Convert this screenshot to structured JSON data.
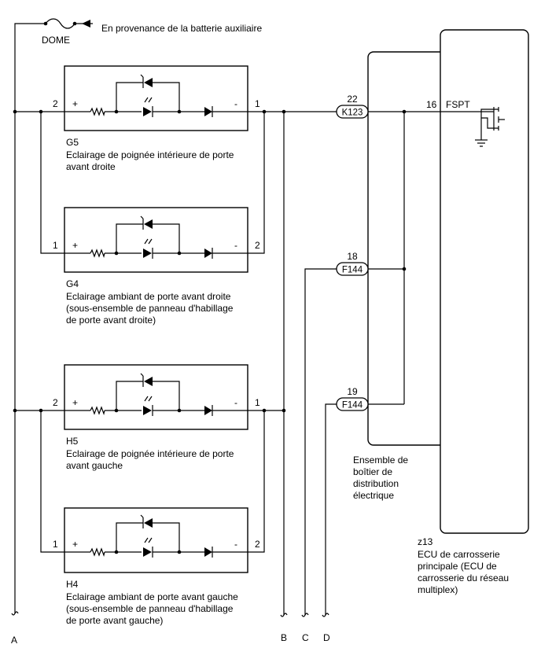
{
  "source": {
    "fuse_label": "DOME",
    "from_text": "En provenance de la batterie auxiliaire"
  },
  "components": [
    {
      "code": "G5",
      "desc": [
        "Eclairage de poignée intérieure de porte",
        "avant droite"
      ],
      "pin_in": "2",
      "pin_out": "1",
      "plus": "+",
      "minus": "-"
    },
    {
      "code": "G4",
      "desc": [
        "Eclairage ambiant de porte avant droite",
        "(sous-ensemble de panneau d'habillage",
        "de porte avant droite)"
      ],
      "pin_in": "1",
      "pin_out": "2",
      "plus": "+",
      "minus": "-"
    },
    {
      "code": "H5",
      "desc": [
        "Eclairage de poignée intérieure de porte",
        "avant gauche"
      ],
      "pin_in": "2",
      "pin_out": "1",
      "plus": "+",
      "minus": "-"
    },
    {
      "code": "H4",
      "desc": [
        "Eclairage ambiant de porte avant gauche",
        "(sous-ensemble de panneau d'habillage",
        "de porte avant gauche)"
      ],
      "pin_in": "1",
      "pin_out": "2",
      "plus": "+",
      "minus": "-"
    }
  ],
  "connectors": [
    {
      "pin": "22",
      "code": "K123"
    },
    {
      "pin": "18",
      "code": "F144"
    },
    {
      "pin": "19",
      "code": "F144"
    }
  ],
  "junction_block": {
    "label": [
      "Ensemble de",
      "boîtier de",
      "distribution",
      "électrique"
    ]
  },
  "ecu": {
    "pin": "16",
    "signal": "FSPT",
    "code": "z13",
    "label": [
      "ECU de carrosserie",
      "principale (ECU de",
      "carrosserie du réseau",
      "multiplex)"
    ]
  },
  "continuations": [
    "A",
    "B",
    "C",
    "D"
  ]
}
